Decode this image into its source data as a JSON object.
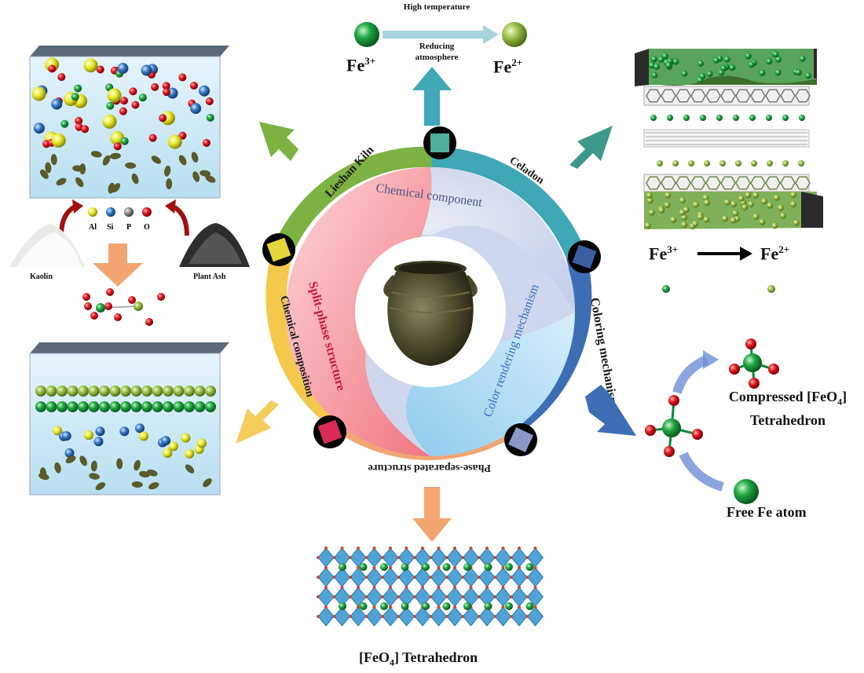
{
  "center": {
    "ring_labels": {
      "lieshan_kiln": "Lieshan Kiln",
      "celadon": "Celadon",
      "coloring_mechanism": "Coloring mechanism",
      "phase_separated": "Phase-separated structure",
      "chemical_composition": "Chemical composition"
    },
    "inner_labels": {
      "chemical_component": "Chemical component",
      "split_phase": "Split-phase structure",
      "color_rendering": "Color rendering mechanism"
    }
  },
  "top": {
    "left_ion": "Fe",
    "left_charge": "3+",
    "right_ion": "Fe",
    "right_charge": "2+",
    "arrow_top": "High temperature",
    "arrow_bottom": "Reducing atmosphere"
  },
  "top_left": {
    "legend": [
      "Al",
      "Si",
      "P",
      "O"
    ],
    "kaolin": "Kaolin",
    "plant_ash": "Plant Ash"
  },
  "right": {
    "reaction_left": "Fe",
    "reaction_left_charge": "3+",
    "reaction_right": "Fe",
    "reaction_right_charge": "2+",
    "compressed_line1": "Compressed [FeO",
    "compressed_sub": "4",
    "compressed_close": "]",
    "compressed_line2": "Tetrahedron",
    "free_fe": "Free Fe atom"
  },
  "bottom": {
    "label_open": "[FeO",
    "label_sub": "4",
    "label_close": "]  Tetrahedron"
  },
  "colors": {
    "green": "#7cb342",
    "teal": "#3fa7b5",
    "blue": "#3d6eb4",
    "orange": "#f2a571",
    "yellow": "#f4c84a",
    "pink": "#f08a8f"
  }
}
